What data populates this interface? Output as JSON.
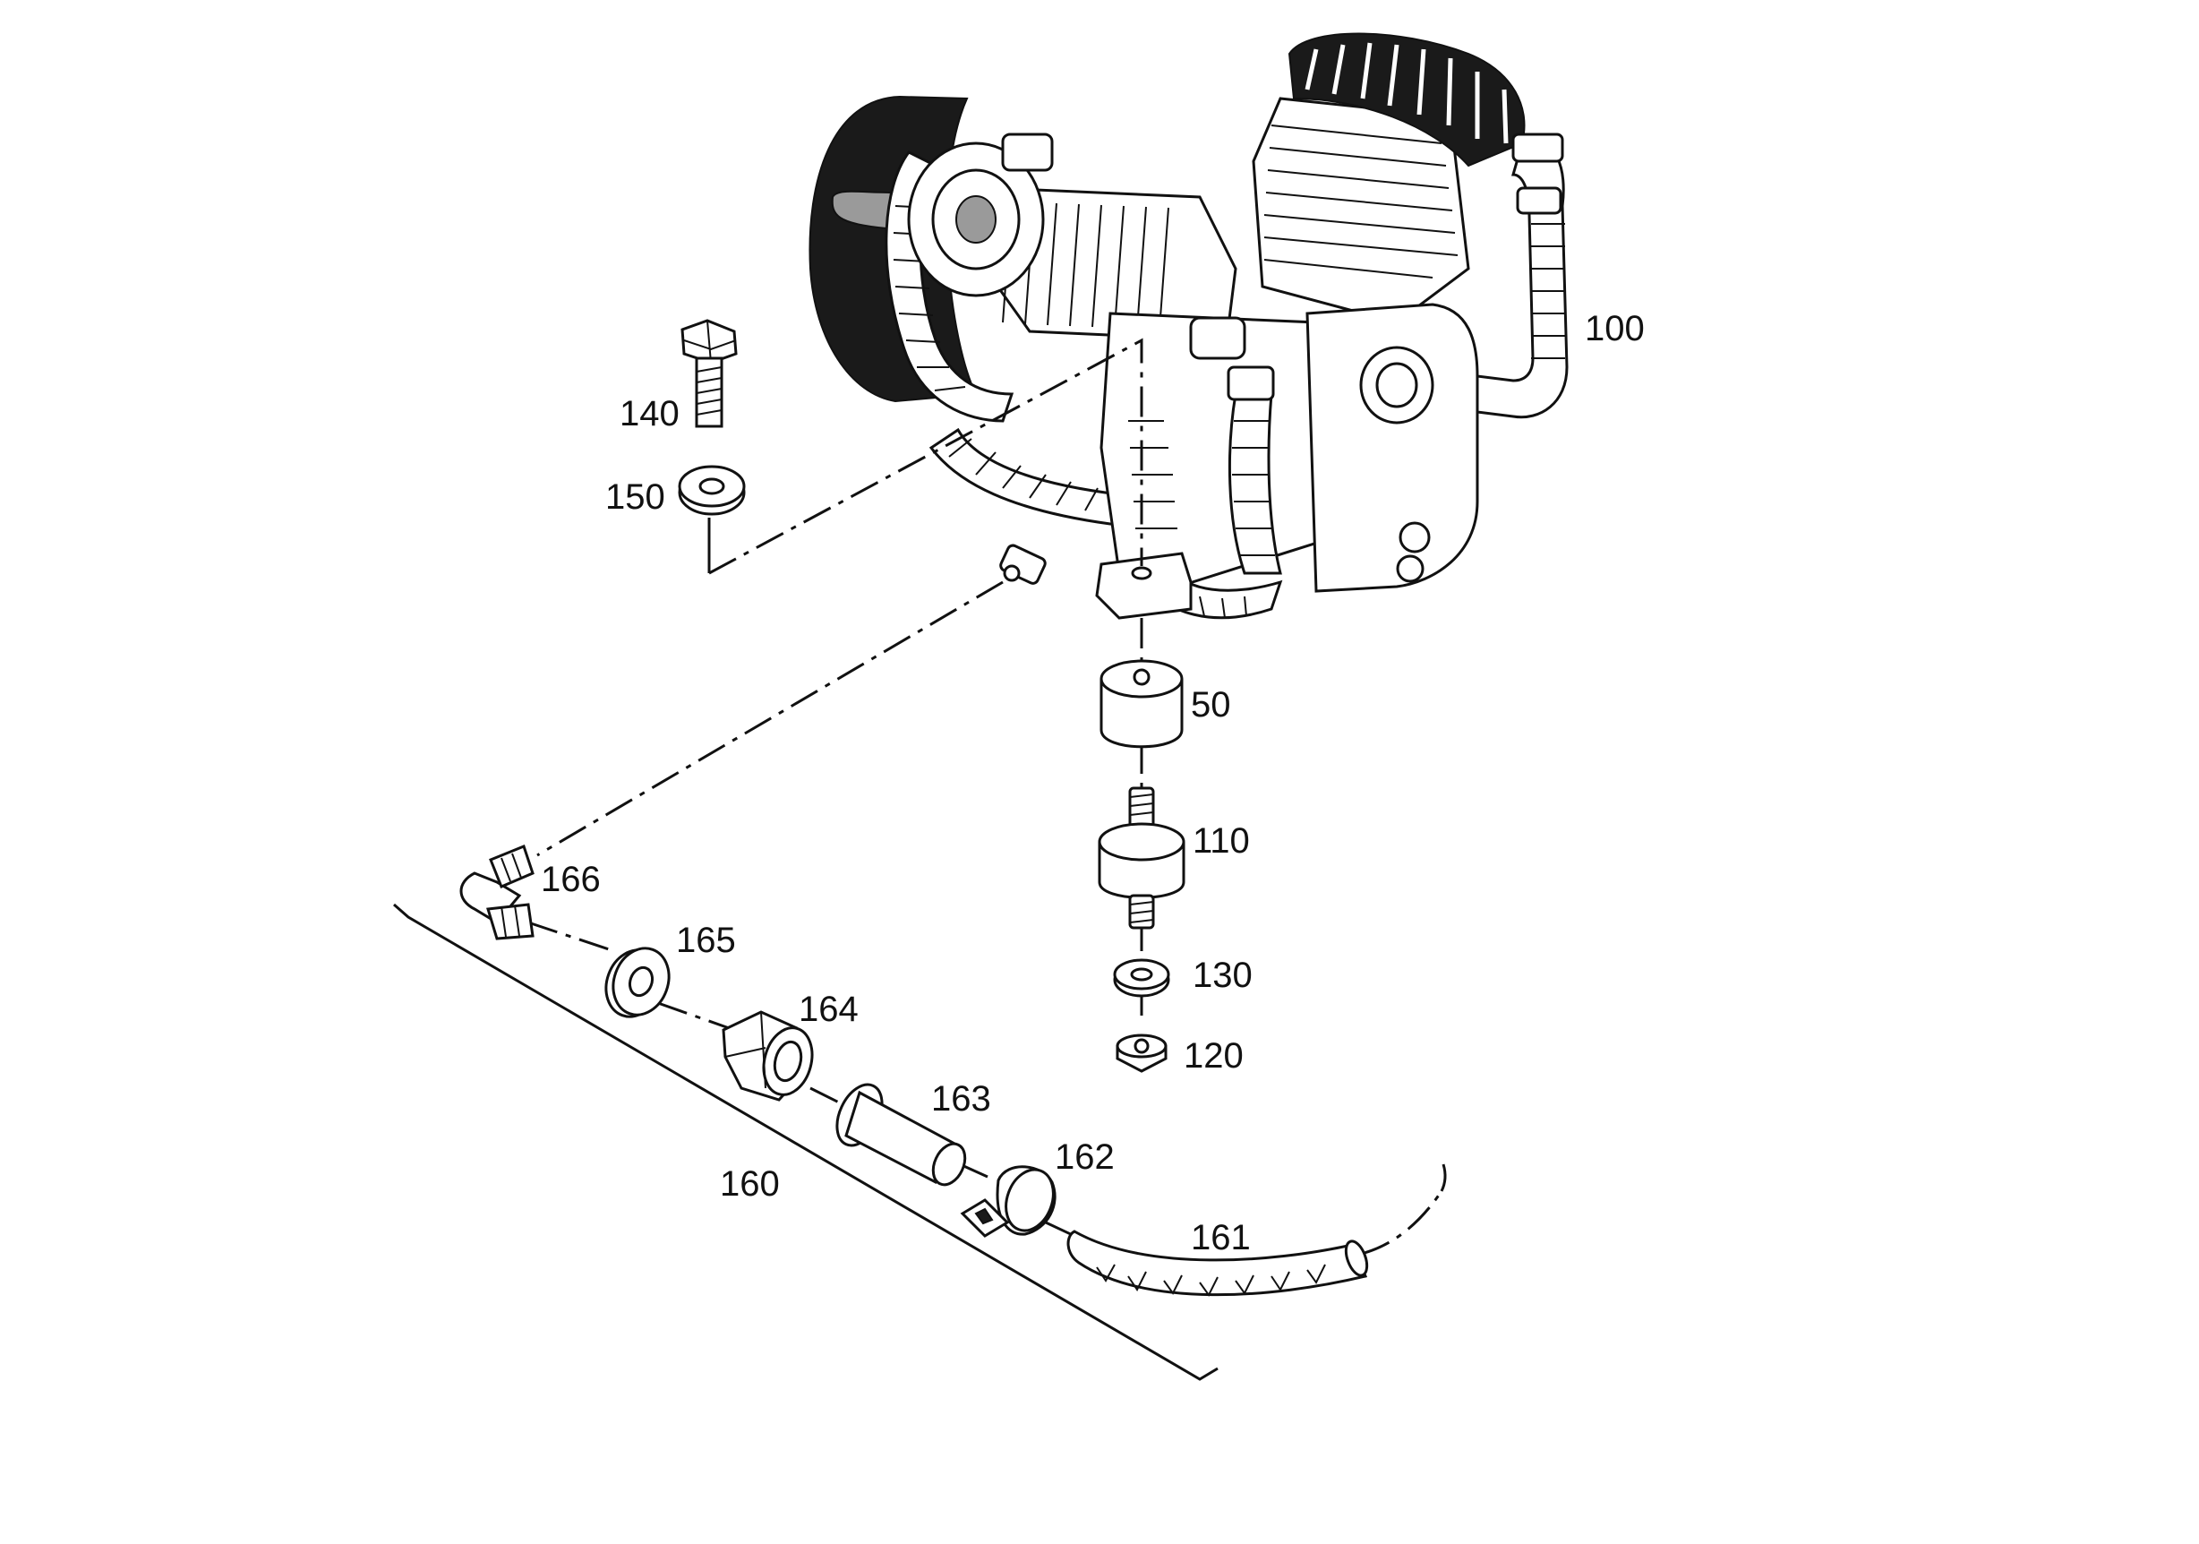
{
  "callouts": {
    "c100": "100",
    "c140": "140",
    "c150": "150",
    "c50": "50",
    "c110": "110",
    "c130": "130",
    "c120": "120",
    "c166": "166",
    "c165": "165",
    "c164": "164",
    "c163": "163",
    "c162": "162",
    "c161": "161",
    "c160": "160"
  },
  "parts": [
    {
      "ref": "100",
      "kind": "compressor-pump"
    },
    {
      "ref": "140",
      "kind": "hex-bolt"
    },
    {
      "ref": "150",
      "kind": "washer"
    },
    {
      "ref": "50",
      "kind": "rubber-spacer"
    },
    {
      "ref": "110",
      "kind": "vibration-mount"
    },
    {
      "ref": "130",
      "kind": "washer"
    },
    {
      "ref": "120",
      "kind": "hex-nut"
    },
    {
      "ref": "166",
      "kind": "elbow-fitting"
    },
    {
      "ref": "165",
      "kind": "seal-ring"
    },
    {
      "ref": "164",
      "kind": "hex-nut"
    },
    {
      "ref": "163",
      "kind": "hose-nipple"
    },
    {
      "ref": "162",
      "kind": "hose-clamp"
    },
    {
      "ref": "161",
      "kind": "hose"
    },
    {
      "ref": "160",
      "kind": "hose-assembly"
    }
  ]
}
